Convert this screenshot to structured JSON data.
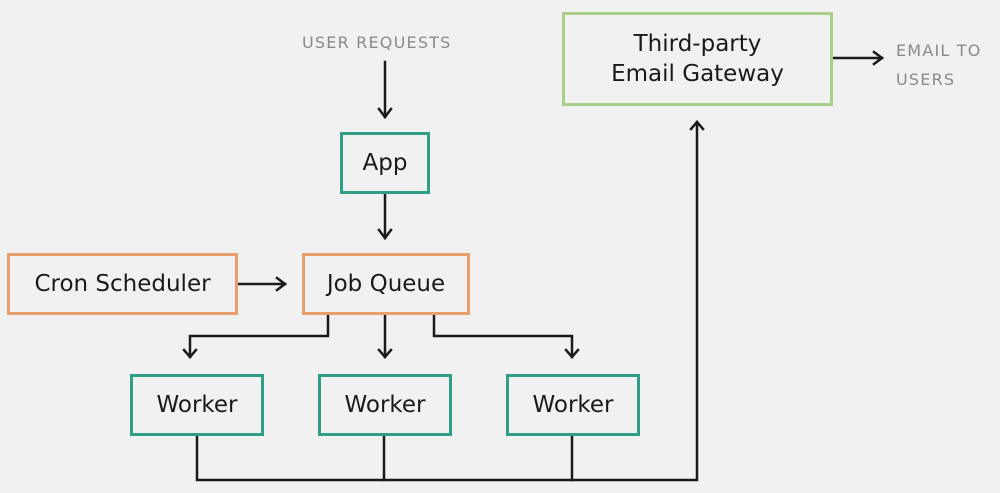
{
  "external": {
    "user_requests": "USER REQUESTS",
    "email_to_users_line1": "EMAIL TO",
    "email_to_users_line2": "USERS"
  },
  "nodes": {
    "gateway_line1": "Third-party",
    "gateway_line2": "Email Gateway",
    "app": "App",
    "cron": "Cron Scheduler",
    "queue": "Job Queue",
    "worker1": "Worker",
    "worker2": "Worker",
    "worker3": "Worker"
  },
  "colors": {
    "teal": "#2f9e85",
    "orange": "#e6a06e",
    "green": "#a9d08a",
    "line": "#1a1a1a",
    "muted_text": "#8a8a8a",
    "background": "#f1f1f1"
  }
}
